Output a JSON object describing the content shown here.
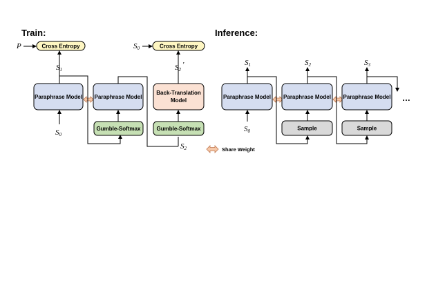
{
  "train": {
    "title": "Train:",
    "cross_entropy_left": "Cross Entropy",
    "cross_entropy_right": "Cross Entropy",
    "input_p": "P",
    "paraphrase_model_1": "Paraphrase Model",
    "paraphrase_model_2": "Paraphrase Model",
    "back_translation_line1": "Back-Translation",
    "back_translation_line2": "Model",
    "gumble_softmax_1": "Gumble-Softmax",
    "gumble_softmax_2": "Gumble-Softmax",
    "var_s": "S",
    "s1_sub": "1",
    "s0_sub": "0",
    "s2_sub": "2",
    "s2_prime": "'"
  },
  "inference": {
    "title": "Inference:",
    "paraphrase_model_1": "Paraphrase Model",
    "paraphrase_model_2": "Paraphrase Model",
    "paraphrase_model_3": "Paraphrase Model",
    "sample_1": "Sample",
    "sample_2": "Sample",
    "var_s": "S",
    "s0_sub": "0",
    "s1_sub": "1",
    "s2_sub": "2",
    "s3_sub": "3",
    "ellipsis": "…"
  },
  "legend": {
    "share_weight": "Share Weight"
  },
  "colors": {
    "paraphrase_fill": "#d5ddf0",
    "back_translation_fill": "#fbe1d3",
    "gumble_fill": "#c6e0b4",
    "sample_fill": "#d9d9d9",
    "cross_entropy_fill": "#fef6c2",
    "share_weight_fill": "#f6c8a8"
  }
}
